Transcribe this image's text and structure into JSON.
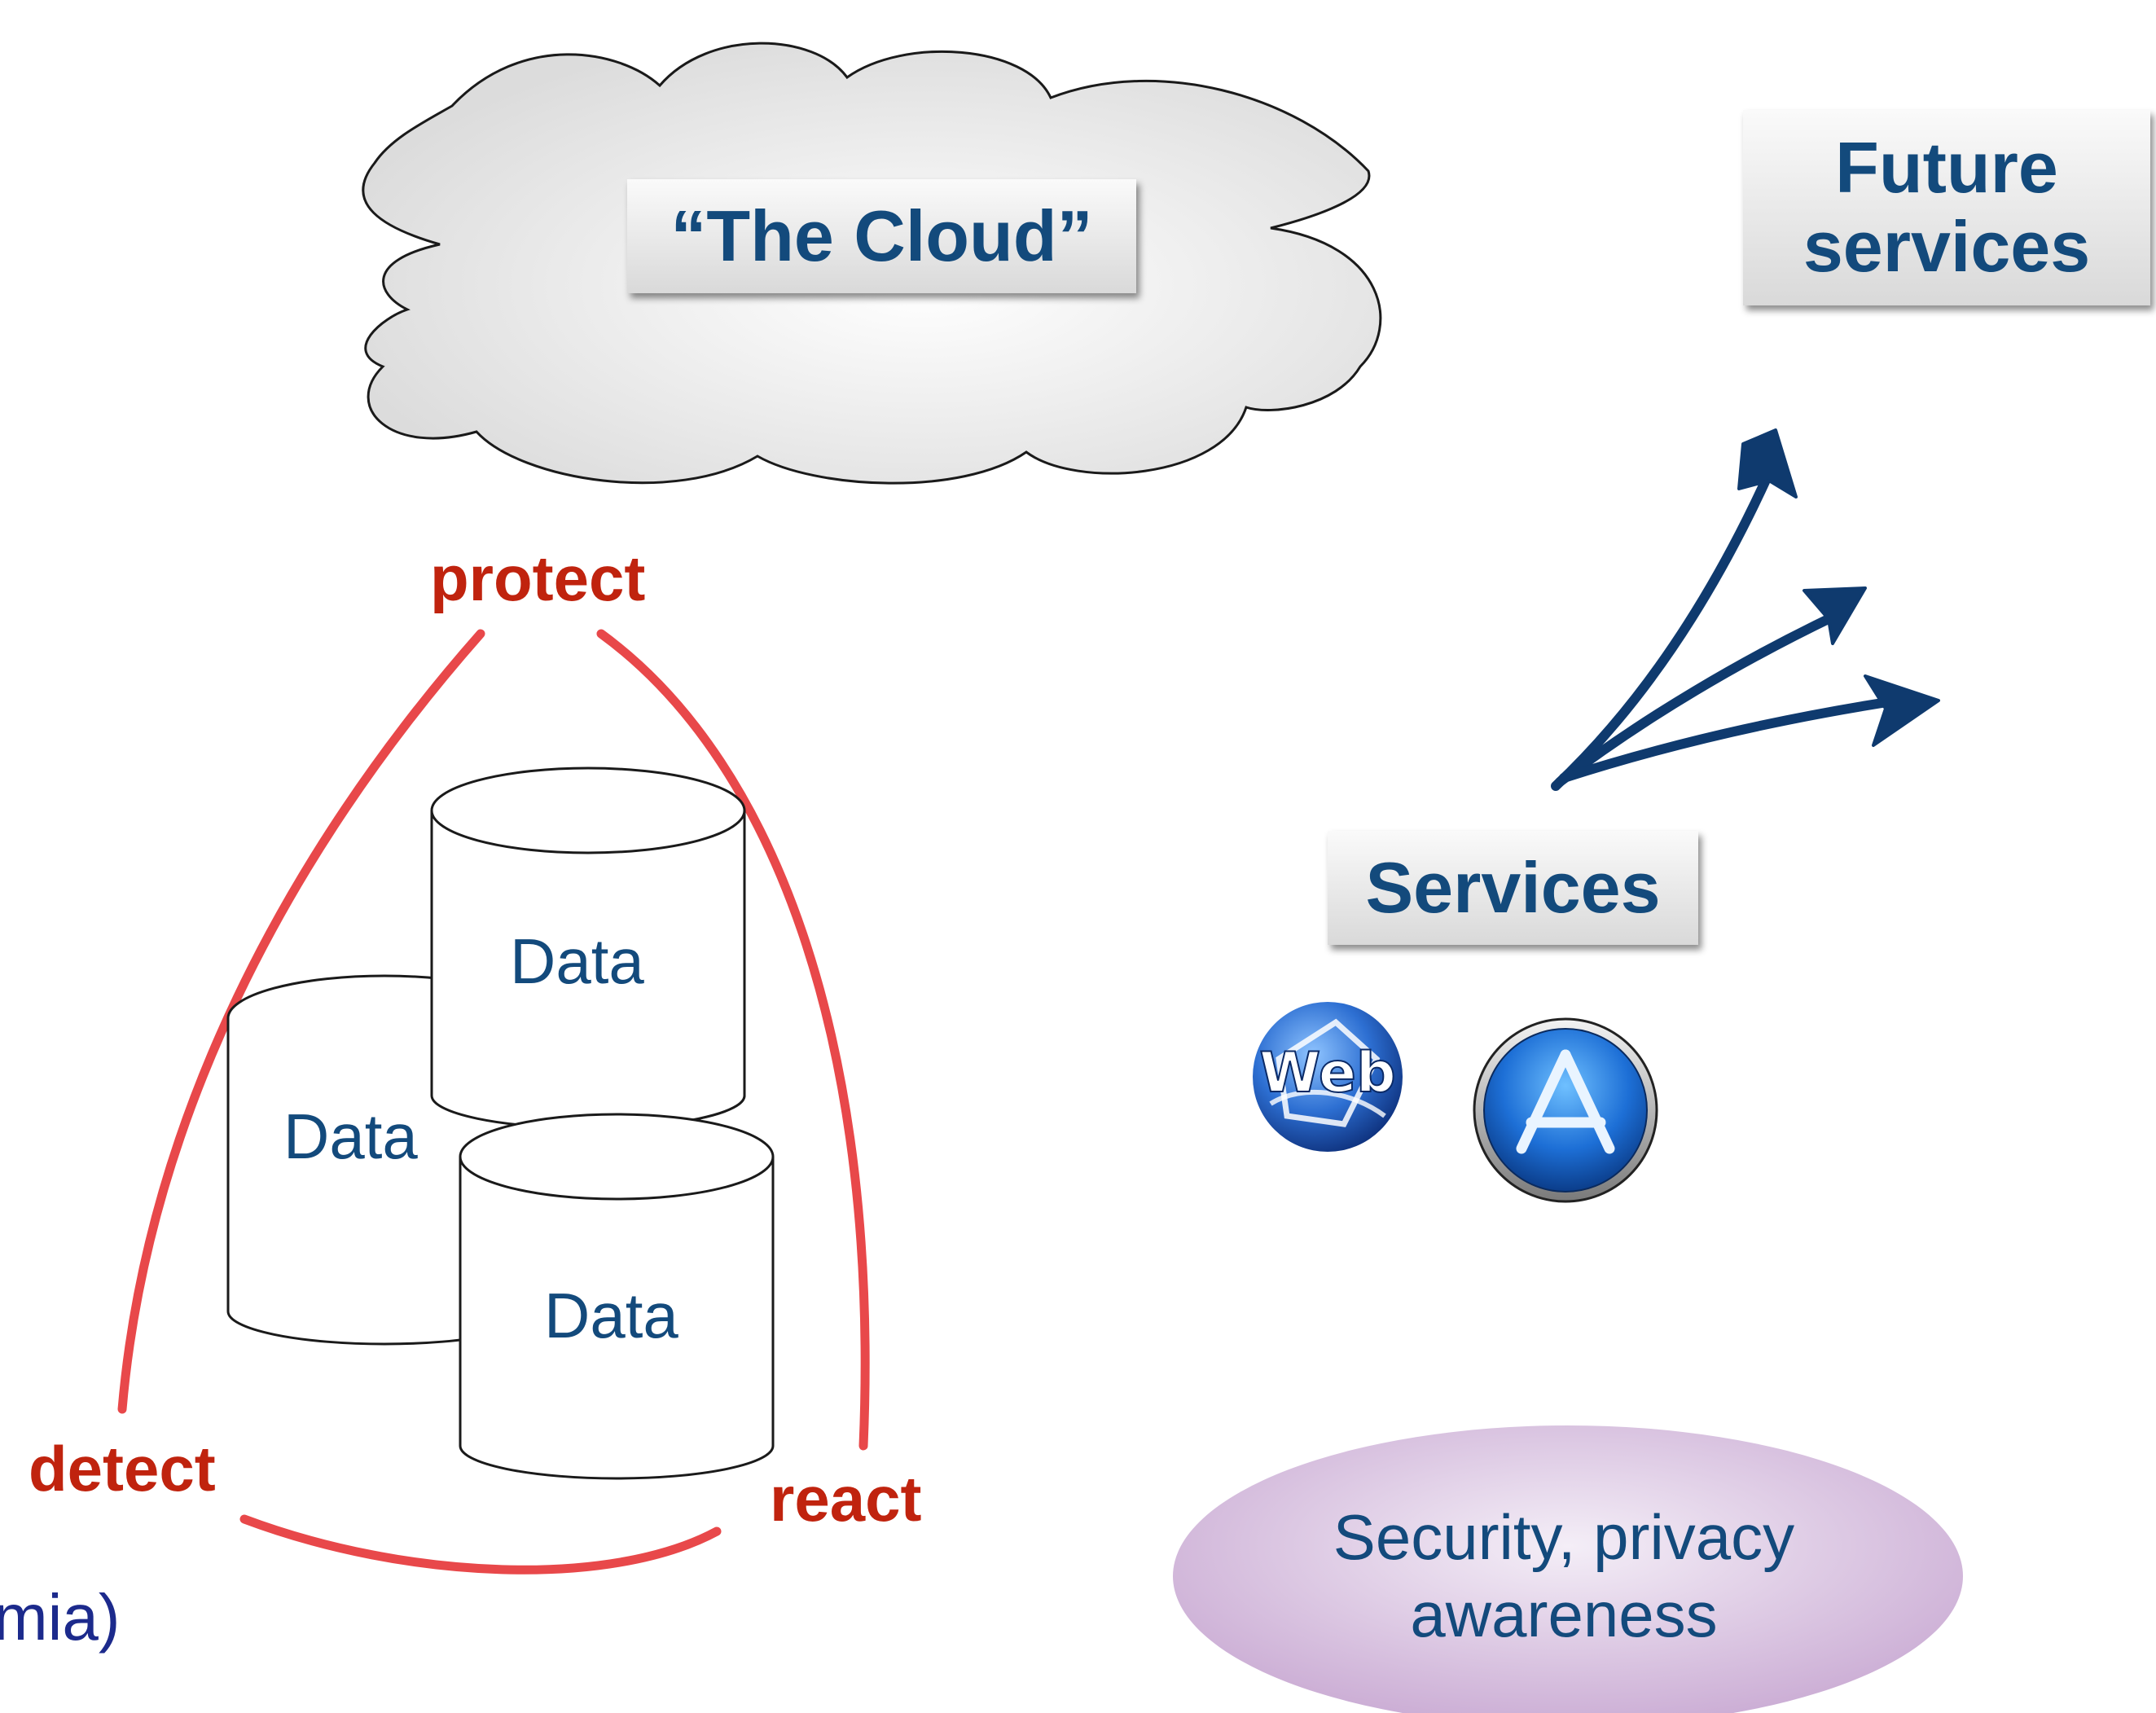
{
  "cloud": {
    "label": "“The Cloud”"
  },
  "future": {
    "label_line1": "Future",
    "label_line2": "services"
  },
  "services": {
    "label": "Services"
  },
  "web_logo": {
    "text": "Web"
  },
  "app_store_icon": {
    "icon": "app-store-icon"
  },
  "cycle": {
    "top": "protect",
    "left": "detect",
    "right": "react"
  },
  "databases": [
    {
      "label": "Data"
    },
    {
      "label": "Data"
    },
    {
      "label": "Data"
    }
  ],
  "security": {
    "line1": "Security, privacy",
    "line2": "awareness"
  },
  "fragment": {
    "text": "mia)"
  },
  "colors": {
    "label_blue": "#134a7c",
    "cycle_red": "#c0230e",
    "stroke_red": "#e8484a",
    "arrow_navy": "#0f3a6e"
  }
}
